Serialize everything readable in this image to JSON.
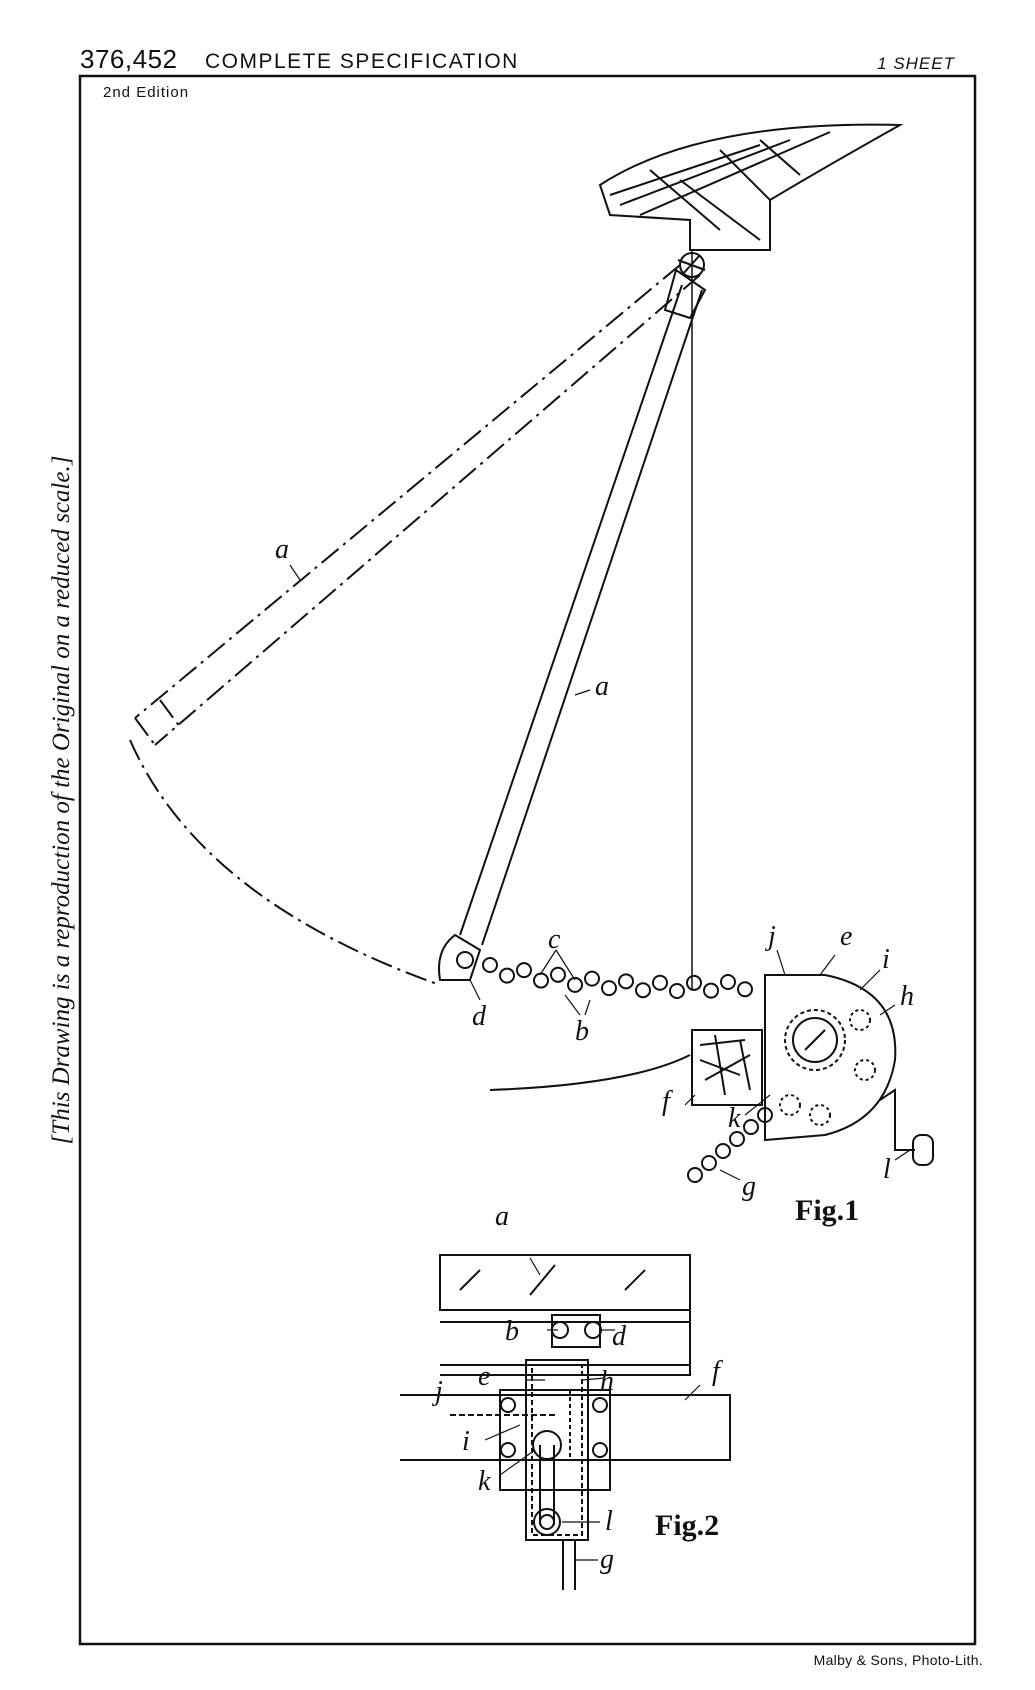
{
  "header": {
    "number": "376,452",
    "title": "COMPLETE SPECIFICATION",
    "sheets": "1 SHEET",
    "edition": "2nd Edition"
  },
  "side_note": "[This Drawing is a reproduction of the Original on a reduced scale.]",
  "footer": "Malby & Sons, Photo-Lith.",
  "figure1": {
    "caption": "Fig.1",
    "labels": {
      "a_upper": "a",
      "a_lower": "a",
      "c": "c",
      "b": "b",
      "d": "d",
      "j": "j",
      "e": "e",
      "i": "i",
      "h": "h",
      "f": "f",
      "k": "k",
      "l": "l",
      "g": "g"
    }
  },
  "figure2": {
    "caption": "Fig.2",
    "labels": {
      "a": "a",
      "b": "b",
      "d": "d",
      "j": "j",
      "e": "e",
      "h": "h",
      "f": "f",
      "i": "i",
      "k": "k",
      "l": "l",
      "g": "g"
    }
  }
}
